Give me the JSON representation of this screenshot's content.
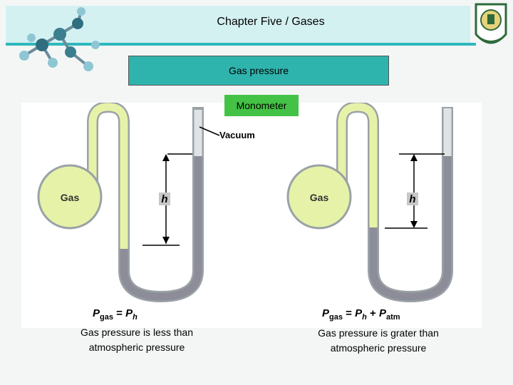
{
  "header": {
    "title": "Chapter Five / Gases"
  },
  "section": {
    "title": "Gas pressure",
    "tag": "Monometer"
  },
  "diagram_left": {
    "bulb_label": "Gas",
    "height_label": "h",
    "vacuum_label": "Vacuum",
    "formula": {
      "P": "P",
      "gas": "gas",
      "eq": " = ",
      "P2": "P",
      "h": "h"
    },
    "caption_line1": "Gas pressure is less than",
    "caption_line2": "atmospheric pressure"
  },
  "diagram_right": {
    "bulb_label": "Gas",
    "height_label": "h",
    "formula": {
      "P": "P",
      "gas": "gas",
      "eq": " = ",
      "P2": "P",
      "h": "h",
      "plus": " + ",
      "P3": "P",
      "atm": "atm"
    },
    "caption_line1": "Gas pressure is grater than",
    "caption_line2": "atmospheric pressure"
  },
  "colors": {
    "band": "#d4f1f2",
    "accent": "#2fb8bd",
    "section_box": "#2fb3ad",
    "tag": "#44c245",
    "gas_fill": "#e6f2a8",
    "mercury": "#9a9aa6"
  },
  "icons": [
    "molecule-icon",
    "university-emblem-icon"
  ]
}
